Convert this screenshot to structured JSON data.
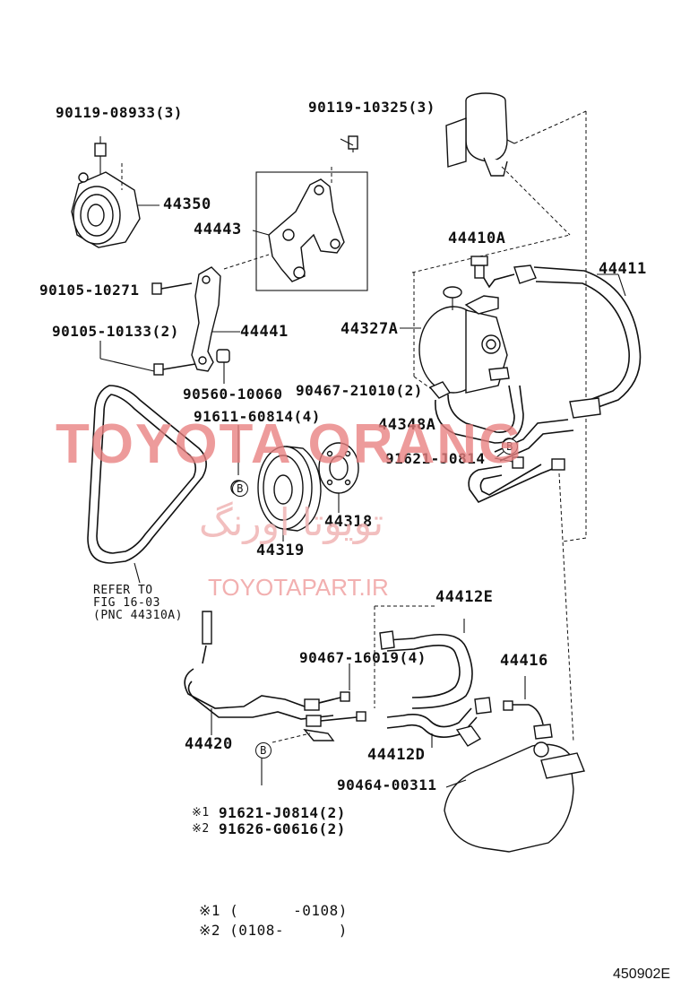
{
  "labels": {
    "bolt_top_left": "90119-08933(3)",
    "bolt_top_right": "90119-10325(3)",
    "idler_pulley": "44350",
    "bracket_box": "44443",
    "bolt_90105_10271": "90105-10271",
    "bracket_44441": "44441",
    "bolt_90105_10133": "90105-10133(2)",
    "reservoir_union": "44410A",
    "pressure_hose": "44411",
    "pump": "44327A",
    "clip_90467_21010": "90467-21010(2)",
    "collar": "90560-10060",
    "nut_91611": "91611-60814(4)",
    "suction_hose": "44348A",
    "bolt_91621_top": "91621-J0814",
    "pulley_44319": "44319",
    "plate_44318": "44318",
    "refer_line1": "REFER TO",
    "refer_line2": "FIG 16-03",
    "refer_line3": "(PNC 44310A)",
    "return_hose": "44412E",
    "clip_90467_16019": "90467-16019(4)",
    "tube_44416": "44416",
    "tube_44420": "44420",
    "hose_44412d": "44412D",
    "clamp_90464": "90464-00311",
    "note1_mark": "※1",
    "note1_part": "91621-J0814(2)",
    "note2_mark": "※2",
    "note2_part": "91626-G0616(2)",
    "range1": "※1 (      -0108)",
    "range2": "※2 (0108-      )",
    "callout_b": "B",
    "figure_number": "450902E"
  },
  "watermarks": {
    "main": "TOYOTA ORANG",
    "persian": "تویوتا اورنگ",
    "url": "TOYOTAPART.IR"
  },
  "colors": {
    "line": "#111111",
    "watermark": "#e98080"
  }
}
